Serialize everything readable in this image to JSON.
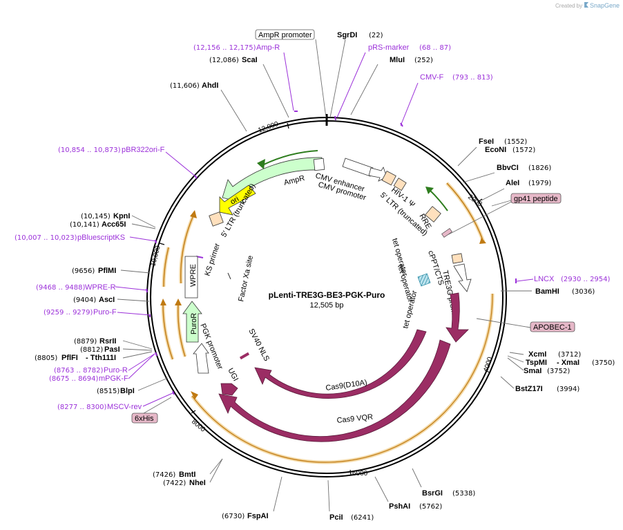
{
  "credit": {
    "created_by": "Created by",
    "brand": "SnapGene",
    "icon": "snapgene-logo-icon"
  },
  "plasmid": {
    "name": "pLenti-TRE3G-BE3-PGK-Puro",
    "length": "12,505 bp"
  },
  "ticks": [
    "2000",
    "4000",
    "6000",
    "8000",
    "10,000",
    "12,000"
  ],
  "sites": [
    {
      "name": "SgrDI",
      "pos": "(22)"
    },
    {
      "name": "MluI",
      "pos": "(252)"
    },
    {
      "name": "ScaI",
      "pos": "(12,086)"
    },
    {
      "name": "AhdI",
      "pos": "(11,606)"
    },
    {
      "name": "FseI",
      "pos": "(1552)"
    },
    {
      "name": "EcoNI",
      "pos": "(1572)"
    },
    {
      "name": "BbvCI",
      "pos": "(1826)"
    },
    {
      "name": "AleI",
      "pos": "(1979)"
    },
    {
      "name": "BamHI",
      "pos": "(3036)"
    },
    {
      "name": "XcmI",
      "pos": "(3712)"
    },
    {
      "name": "TspMI",
      "pos": ""
    },
    {
      "name": "- XmaI",
      "pos": "(3750)"
    },
    {
      "name": "SmaI",
      "pos": "(3752)"
    },
    {
      "name": "BstZ17I",
      "pos": "(3994)"
    },
    {
      "name": "BsrGI",
      "pos": "(5338)"
    },
    {
      "name": "PshAI",
      "pos": "(5762)"
    },
    {
      "name": "PciI",
      "pos": "(6241)"
    },
    {
      "name": "FspAI",
      "pos": "(6730)"
    },
    {
      "name": "BmtI",
      "pos": "(7426)"
    },
    {
      "name": "NheI",
      "pos": "(7422)"
    },
    {
      "name": "BlpI",
      "pos": "(8515)"
    },
    {
      "name": "PflFI",
      "pos": "(8805)"
    },
    {
      "name": "- Tth111I",
      "pos": ""
    },
    {
      "name": "PasI",
      "pos": "(8812)"
    },
    {
      "name": "RsrII",
      "pos": "(8879)"
    },
    {
      "name": "AscI",
      "pos": "(9404)"
    },
    {
      "name": "PflMI",
      "pos": "(9656)"
    },
    {
      "name": "Acc65I",
      "pos": "(10,141)"
    },
    {
      "name": "KpnI",
      "pos": "(10,145)"
    }
  ],
  "primers": [
    {
      "name": "Amp-R",
      "pos": "(12,156 .. 12,175)"
    },
    {
      "name": "pRS-marker",
      "pos": "(68 .. 87)"
    },
    {
      "name": "CMV-F",
      "pos": "(793 .. 813)"
    },
    {
      "name": "pBR322ori-F",
      "pos": "(10,854 .. 10,873)"
    },
    {
      "name": "pBluescriptKS",
      "pos": "(10,007 .. 10,023)"
    },
    {
      "name": "WPRE-R",
      "pos": "(9468 .. 9488)"
    },
    {
      "name": "Puro-F",
      "pos": "(9259 .. 9279)"
    },
    {
      "name": "Puro-R",
      "pos": "(8763 .. 8782)"
    },
    {
      "name": "mPGK-F",
      "pos": "(8675 .. 8694)"
    },
    {
      "name": "MSCV-rev",
      "pos": "(8277 .. 8300)"
    },
    {
      "name": "LNCX",
      "pos": "(2930 .. 2954)"
    }
  ],
  "boxed_labels": [
    "AmpR promoter",
    "gp41 peptide",
    "APOBEC-1",
    "6xHis"
  ],
  "features": {
    "ampr": "AmpR",
    "ampr_promoter": "AmpR promoter",
    "cmv_enhancer": "CMV enhancer",
    "cmv_promoter": "CMV promoter",
    "hiv_psi": "HIV-1 Ψ",
    "ltr_right": "5′ LTR (truncated)",
    "rre": "RRE",
    "cppt": "cPPT/CTS",
    "tre3g": "TRE3G promoter",
    "tet_op1": "tet operator",
    "tet_op2": "tet operator",
    "tet_op3": "tet operator",
    "ori": "ori",
    "ltr_left": "5′ LTR (truncated)",
    "ks_primer": "KS primer",
    "factor_xa": "Factor Xa site",
    "wpre": "WPRE",
    "puror": "PuroR",
    "pgk": "PGK promoter",
    "sv40nls": "SV40 NLS",
    "ugi": "UGI",
    "cas9_d10a": "Cas9(D10A)",
    "cas9_vqr": "Cas9 VQR"
  },
  "colors": {
    "backbone": "#000000",
    "ampr": "#ccffcc",
    "ampr_dark": "#2e7d1e",
    "ori": "#ffff00",
    "promoter": "#ffffff",
    "ltr": "#ffe0bd",
    "cas9": "#9b2d64",
    "wpre": "#ffffff",
    "puror": "#ccffcc",
    "primer": "#9b30d9",
    "orange_orf": "#e8a126",
    "box_fill": "#e6b8c8"
  }
}
